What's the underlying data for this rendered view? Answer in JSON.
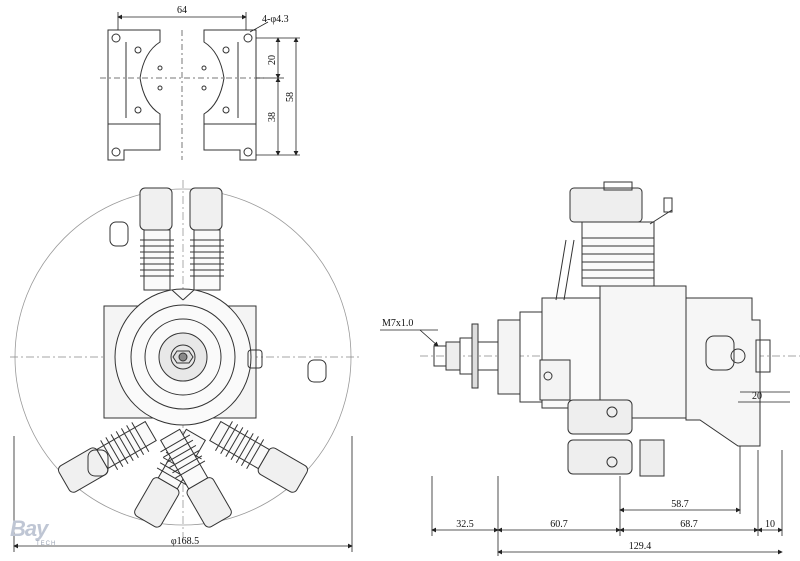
{
  "dimensions": {
    "flange_width": "64",
    "mount_holes": "4-φ4.3",
    "hole_offset": "20",
    "hole_spacing": "38",
    "flange_height": "58",
    "thread": "M7x1.0",
    "outer_diameter": "φ168.5",
    "rear_offset": "20",
    "prop_to_flange": "32.5",
    "flange_to_mid": "60.7",
    "mid_to_rear": "68.7",
    "rear_plate": "10",
    "mount_depth": "58.7",
    "overall_length": "129.4"
  },
  "logo": {
    "text": "Bay",
    "subtext": "TECH"
  },
  "colors": {
    "line": "#222222",
    "thin": "#444444",
    "logo": "#bfc6d4"
  }
}
